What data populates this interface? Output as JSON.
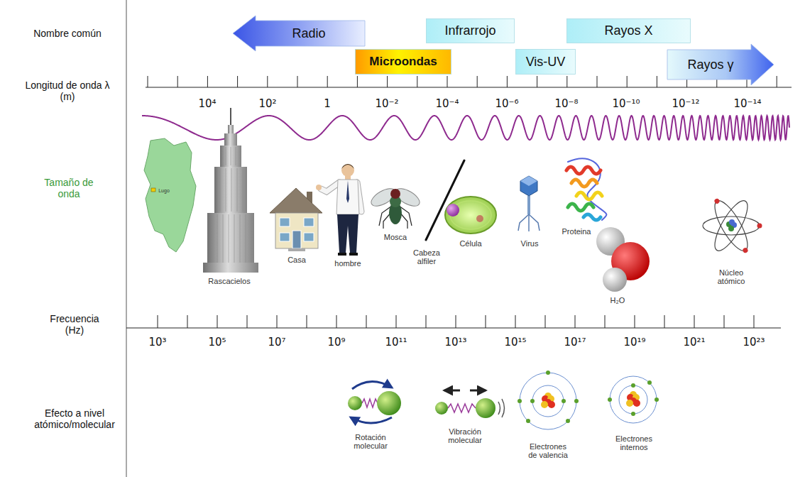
{
  "diagram": {
    "nodes": [
      {
        "text": [
          "Radio"
        ]
      },
      {
        "text": [
          "Infrarrojo"
        ]
      },
      {
        "text": [
          "Rayos X"
        ]
      },
      {
        "text": [
          "Microondas"
        ]
      },
      {
        "text": [
          "Vis-UV"
        ]
      },
      {
        "text": [
          "Rayos γ"
        ]
      }
    ],
    "labels": [
      "Nombre común",
      "Longitud de onda λ (m)",
      "Tamaño de onda",
      "Frecuencia (Hz)",
      "Efecto a nivel atómico/molecular",
      "10⁴",
      "10²",
      "1",
      "10⁻²",
      "10⁻⁴",
      "10⁻⁶",
      "10⁻⁸",
      "10⁻¹⁰",
      "10⁻¹²",
      "10⁻¹⁴",
      "Lugo",
      "Rascacielos",
      "Casa",
      "hombre",
      "Mosca",
      "Cabeza alfiler",
      "Célula",
      "Virus",
      "Proteina",
      "H₂O",
      "Núcleo atómico",
      "10³",
      "10⁵",
      "10⁷",
      "10⁹",
      "10¹¹",
      "10¹³",
      "10¹⁵",
      "10¹⁷",
      "10¹⁹",
      "10²¹",
      "10²³",
      "Rotación molecular",
      "Vibración molecular",
      "Electrones de valencia",
      "Electrones internos"
    ]
  }
}
